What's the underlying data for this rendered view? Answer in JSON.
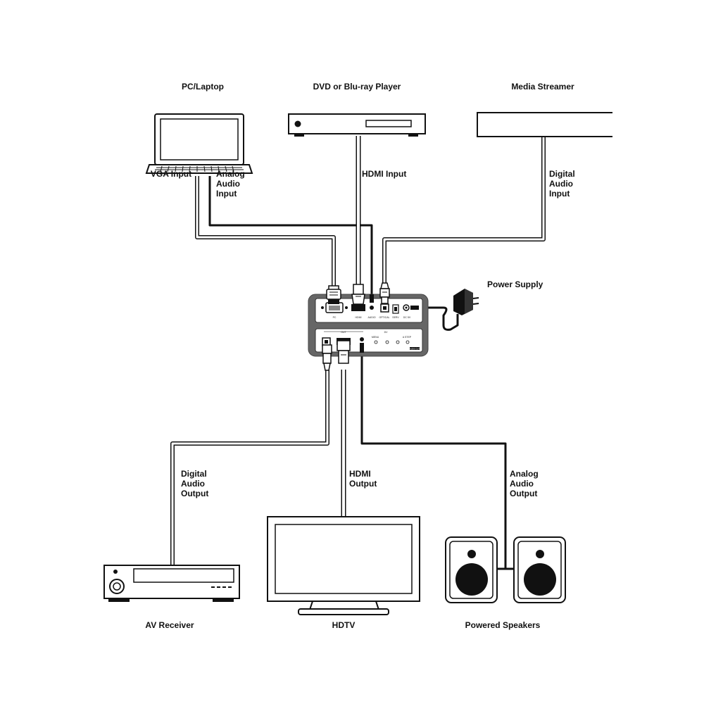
{
  "devices": {
    "pc": "PC/Laptop",
    "dvd": "DVD or Blu-ray Player",
    "streamer": "Media Streamer",
    "power": "Power Supply",
    "receiver": "AV Receiver",
    "hdtv": "HDTV",
    "speakers": "Powered Speakers"
  },
  "cables": {
    "vga": "VGA Input",
    "analog_in": [
      "Analog",
      "Audio",
      "Input"
    ],
    "hdmi_in": "HDMI Input",
    "digital_in": [
      "Digital",
      "Audio",
      "Input"
    ],
    "digital_out": [
      "Digital",
      "Audio",
      "Output"
    ],
    "hdmi_out": [
      "HDMI",
      "Output"
    ],
    "analog_out": [
      "Analog",
      "Audio",
      "Output"
    ]
  },
  "panel_labels": {
    "pc": "PC",
    "hdmi": "HDMI",
    "audio": "AUDIO",
    "optical": "OPTICAL",
    "serv": "SERV",
    "dc": "DC 5V",
    "out": "OUT",
    "menu": "MENU",
    "dv": "DV",
    "astep": "A STEP",
    "audio_out": "AUDIO OUT"
  }
}
